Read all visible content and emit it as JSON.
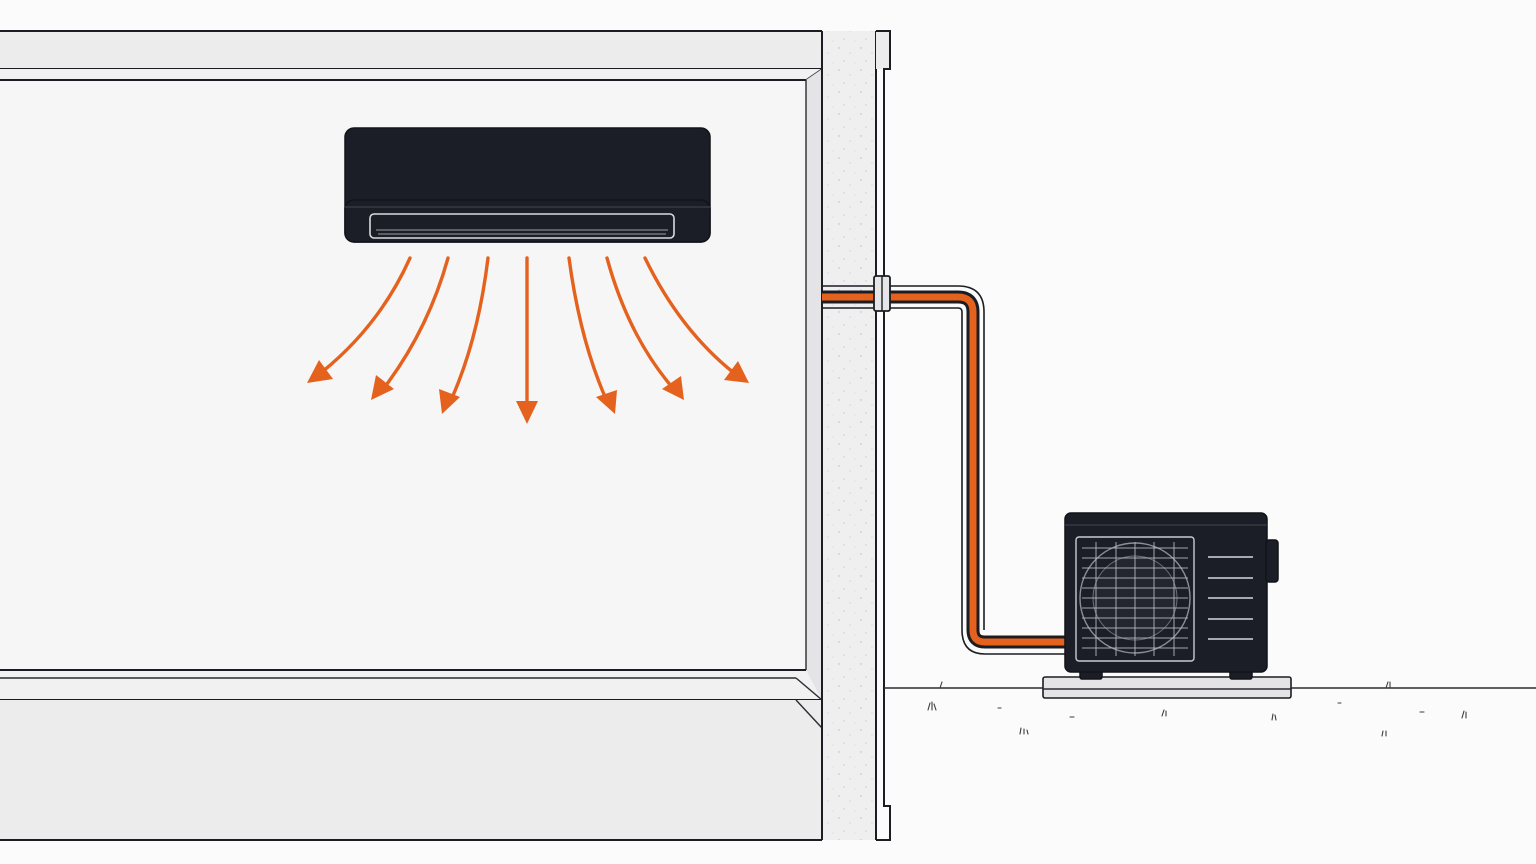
{
  "diagram": {
    "components": [
      {
        "id": "indoor-unit",
        "kind": "wall-mounted indoor unit"
      },
      {
        "id": "outdoor-unit",
        "kind": "outdoor condenser unit"
      },
      {
        "id": "refrigerant-line",
        "kind": "pipe through exterior wall"
      }
    ],
    "airflow": {
      "arrow_count": 7
    }
  },
  "colors": {
    "background": "#fbfbfb",
    "room_wall": "#f4f4f4",
    "trim": "#e9e9ea",
    "outline": "#1b1d22",
    "unit_body": "#1b1e26",
    "airflow": "#e4621e",
    "pipe_hot": "#e4621e",
    "ground": "#f5f5f5"
  },
  "icons": [
    "air-conditioner-icon",
    "condenser-fan-icon",
    "airflow-arrow-icon",
    "refrigerant-pipe-icon"
  ]
}
